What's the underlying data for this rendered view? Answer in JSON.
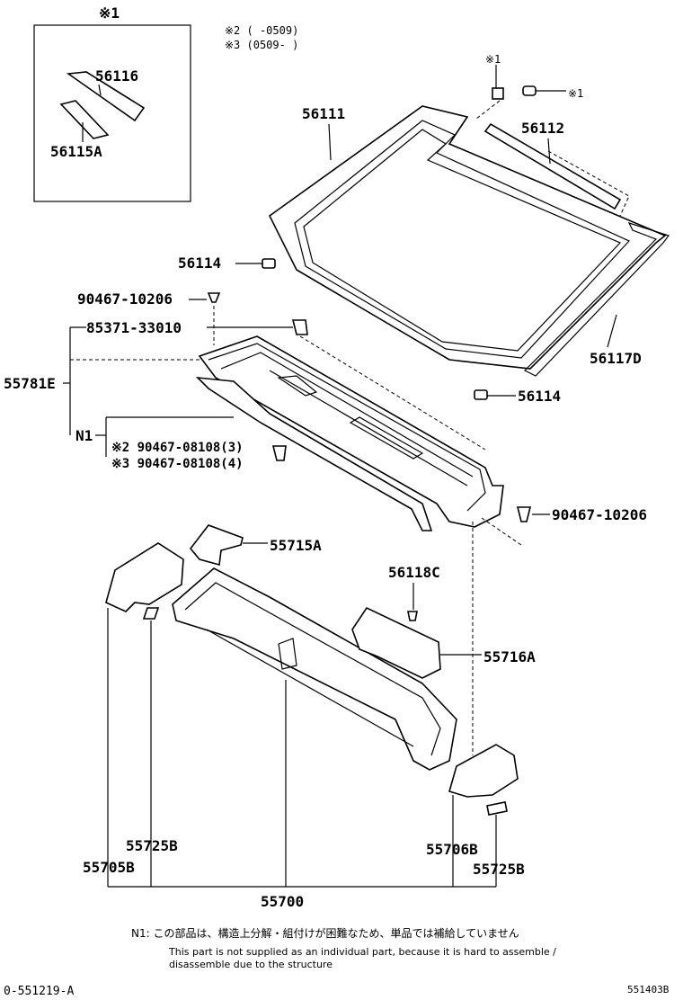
{
  "inset": {
    "mark": "※1",
    "part_a": "56116",
    "part_b": "56115A"
  },
  "legend": {
    "line2": "※2 (      -0509)",
    "line3": "※3 (0509-      )"
  },
  "marks": {
    "m1a": "※1",
    "m1b": "※1"
  },
  "labels": {
    "p56111": "56111",
    "p56112": "56112",
    "p56114a": "56114",
    "p56114b": "56114",
    "p56117d": "56117D",
    "p9046710206a": "90467-10206",
    "p8537133010": "85371-33010",
    "p55781e": "55781E",
    "pN1": "N1",
    "p9046708108_3": "※2 90467-08108(3)",
    "p9046708108_4": "※3 90467-08108(4)",
    "p9046710206b": "90467-10206",
    "p55715a": "55715A",
    "p56118c": "56118C",
    "p55716a": "55716A",
    "p55725b_l": "55725B",
    "p55705b": "55705B",
    "p55706b": "55706B",
    "p55725b_r": "55725B",
    "p55700": "55700"
  },
  "footnote": {
    "jp": "N1: この部品は、構造上分解・組付けが困難なため、単品では補給していません",
    "en1": "This part is not supplied as an individual part, because it is hard to assemble /",
    "en2": "disassemble due to the structure"
  },
  "codes": {
    "left": "0-551219-A",
    "right": "551403B"
  }
}
